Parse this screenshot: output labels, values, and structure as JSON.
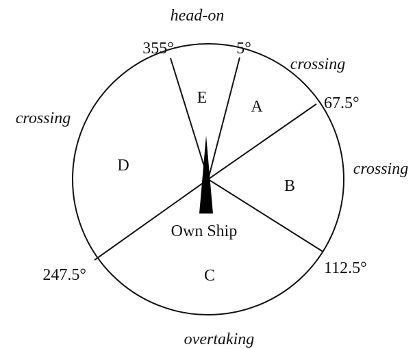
{
  "diagram": {
    "own_ship_label": "Own Ship",
    "sectors": [
      {
        "name": "A",
        "from_deg": 5,
        "to_deg": 67.5
      },
      {
        "name": "B",
        "from_deg": 67.5,
        "to_deg": 112.5
      },
      {
        "name": "C",
        "from_deg": 112.5,
        "to_deg": 247.5
      },
      {
        "name": "D",
        "from_deg": 247.5,
        "to_deg": 355
      },
      {
        "name": "E",
        "from_deg": 355,
        "to_deg": 5
      }
    ],
    "bearings": {
      "b355": "355°",
      "b5": "5°",
      "b67_5": "67.5°",
      "b112_5": "112.5°",
      "b247_5": "247.5°"
    },
    "situations": {
      "top": "head-on",
      "upper_right": "crossing",
      "right": "crossing",
      "left": "crossing",
      "bottom": "overtaking"
    },
    "colors": {
      "line": "#111111",
      "ship": "#000000"
    }
  }
}
